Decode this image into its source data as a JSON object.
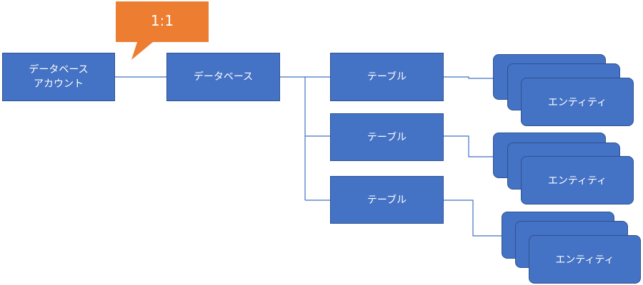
{
  "diagram": {
    "callout": {
      "label": "1:1",
      "color": "#ed7d31"
    },
    "account_label": "データベース\nアカウント",
    "database_label": "データベース",
    "tables": [
      {
        "label": "テーブル",
        "entity_label": "エンティティ"
      },
      {
        "label": "テーブル",
        "entity_label": "エンティティ"
      },
      {
        "label": "テーブル",
        "entity_label": "エンティティ"
      }
    ],
    "colors": {
      "box_fill": "#4472c4",
      "box_border": "#2f528f",
      "connector": "#4472c4"
    }
  }
}
